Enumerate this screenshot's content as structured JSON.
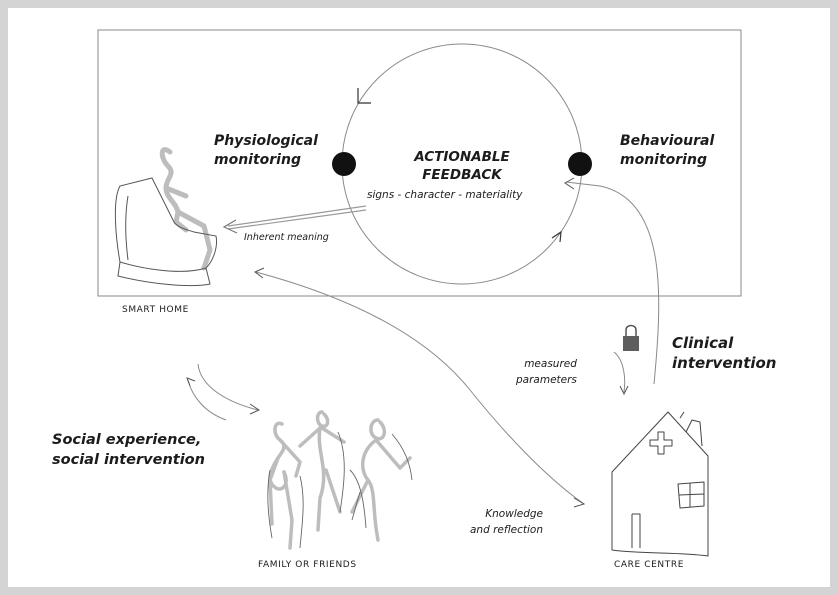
{
  "diagram": {
    "center": {
      "title_line1": "ACTIONABLE",
      "title_line2": "FEEDBACK",
      "subtitle": "signs - character - materiality"
    },
    "left_monitor": {
      "line1": "Physiological",
      "line2": "monitoring"
    },
    "right_monitor": {
      "line1": "Behavioural",
      "line2": "monitoring"
    },
    "inherent_meaning": "Inherent meaning",
    "smart_home": "SMART HOME",
    "clinical": {
      "line1": "Clinical",
      "line2": "intervention"
    },
    "measured": {
      "line1": "measured",
      "line2": "parameters"
    },
    "social": {
      "line1": "Social experience,",
      "line2": "social intervention"
    },
    "knowledge": {
      "line1": "Knowledge",
      "line2": "and reflection"
    },
    "family": "FAMILY OR FRIENDS",
    "care_centre": "CARE CENTRE"
  }
}
